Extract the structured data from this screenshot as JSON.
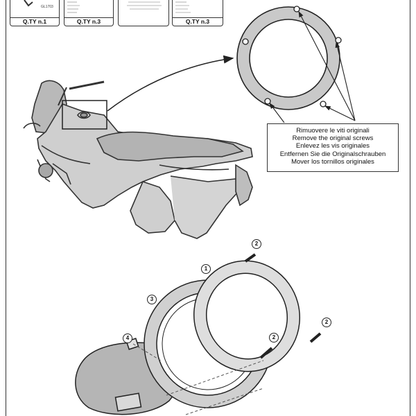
{
  "parts_header": [
    {
      "code": "",
      "desc": "",
      "qty": "Q.TY n.1"
    },
    {
      "code": "",
      "desc": "",
      "qty": "Q.TY n.3"
    },
    {
      "code": "",
      "desc": "",
      "qty": ""
    },
    {
      "code": "",
      "desc": "",
      "qty": "Q.TY n.3"
    }
  ],
  "part_codes": {
    "first": "GL1703"
  },
  "callout": {
    "lines": [
      "Rimuovere le viti originali",
      "Remove the original screws",
      "Enlevez  les vis originales",
      "Entfernen Sie die Originalschrauben",
      "Mover los tornillos originales"
    ]
  },
  "markers": {
    "m1": "1",
    "m2a": "2",
    "m2b": "2",
    "m2c": "2",
    "m3": "3",
    "m4": "4"
  }
}
